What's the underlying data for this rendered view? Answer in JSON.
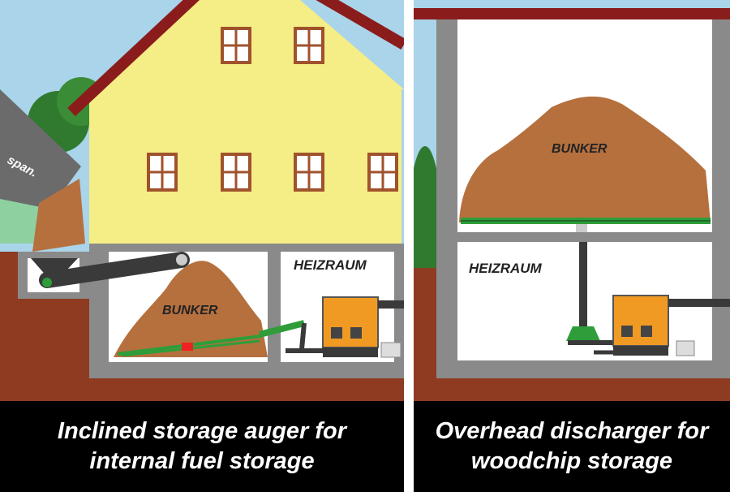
{
  "panels": [
    {
      "room_label": "HEIZRAUM",
      "bunker_label": "BUNKER",
      "truck_text": "span.",
      "caption_lines": [
        "Inclined storage auger for",
        "internal fuel storage"
      ]
    },
    {
      "room_label": "HEIZRAUM",
      "bunker_label": "BUNKER",
      "caption_lines": [
        "Overhead discharger for",
        "woodchip storage"
      ]
    }
  ],
  "colors": {
    "sky": "#a9d4ea",
    "wall": "#f5ee86",
    "roof": "#8b1c1c",
    "woodchip": "#b5703e",
    "auger": "#3a3a3a",
    "conveyor": "#2e9d3a",
    "boiler": "#f09a24",
    "structure": "#8a8a8a",
    "caption_bg": "#000000"
  }
}
